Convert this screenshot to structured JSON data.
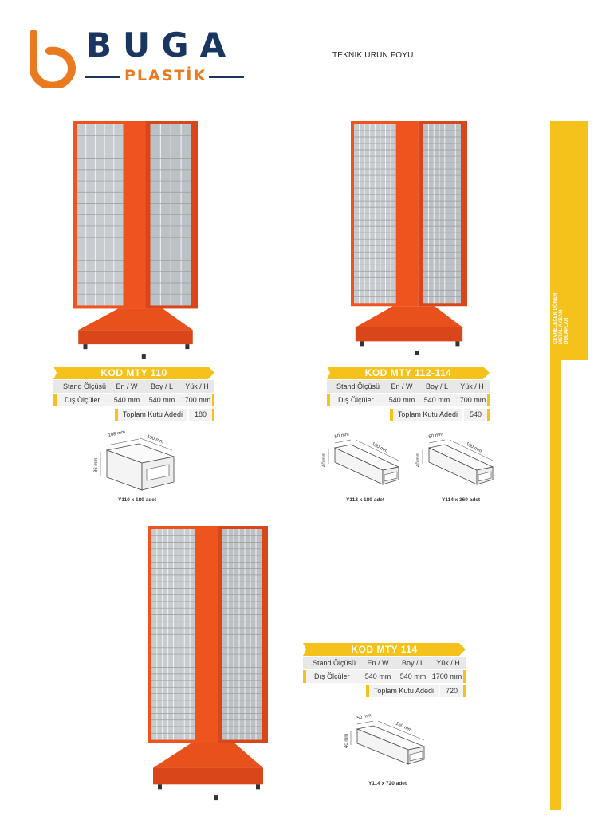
{
  "header": {
    "brand_name": "BUGA",
    "brand_sub": "PLASTİK",
    "doc_title": "TEKNIK URUN FOYU"
  },
  "side_tab": {
    "line1": "ÇEVRELECEK DÖNER",
    "line2": "METAL AKSAM",
    "line3": "DOLAPLAR"
  },
  "colors": {
    "brand_navy": "#1a3560",
    "brand_orange": "#e97a1f",
    "accent_yellow": "#f5c21b",
    "stand_orange": "#f0541e"
  },
  "spec_labels": {
    "stand": "Stand Ölçüsü",
    "en": "En / W",
    "boy": "Boy / L",
    "yuk": "Yük / H",
    "dis": "Dış Ölçüler",
    "total": "Toplam Kutu Adedi"
  },
  "products": [
    {
      "code": "KOD MTY 110",
      "en": "540 mm",
      "boy": "540 mm",
      "yuk": "1700 mm",
      "total": "180",
      "diagrams": [
        {
          "caption": "Y110 x 180 adet",
          "w": "108 mm",
          "l": "150 mm",
          "h": "86 mm"
        }
      ]
    },
    {
      "code": "KOD MTY 112-114",
      "en": "540 mm",
      "boy": "540 mm",
      "yuk": "1700 mm",
      "total": "540",
      "diagrams": [
        {
          "caption": "Y112 x 180 adet",
          "w": "50 mm",
          "l": "150 mm",
          "h": "40 mm"
        },
        {
          "caption": "Y114 x 360 adet",
          "w": "50 mm",
          "l": "150 mm",
          "h": "40 mm"
        }
      ]
    },
    {
      "code": "KOD MTY 114",
      "en": "540 mm",
      "boy": "540 mm",
      "yuk": "1700 mm",
      "total": "720",
      "diagrams": [
        {
          "caption": "Y114 x 720 adet",
          "w": "50 mm",
          "l": "150 mm",
          "h": "40 mm"
        }
      ]
    }
  ]
}
